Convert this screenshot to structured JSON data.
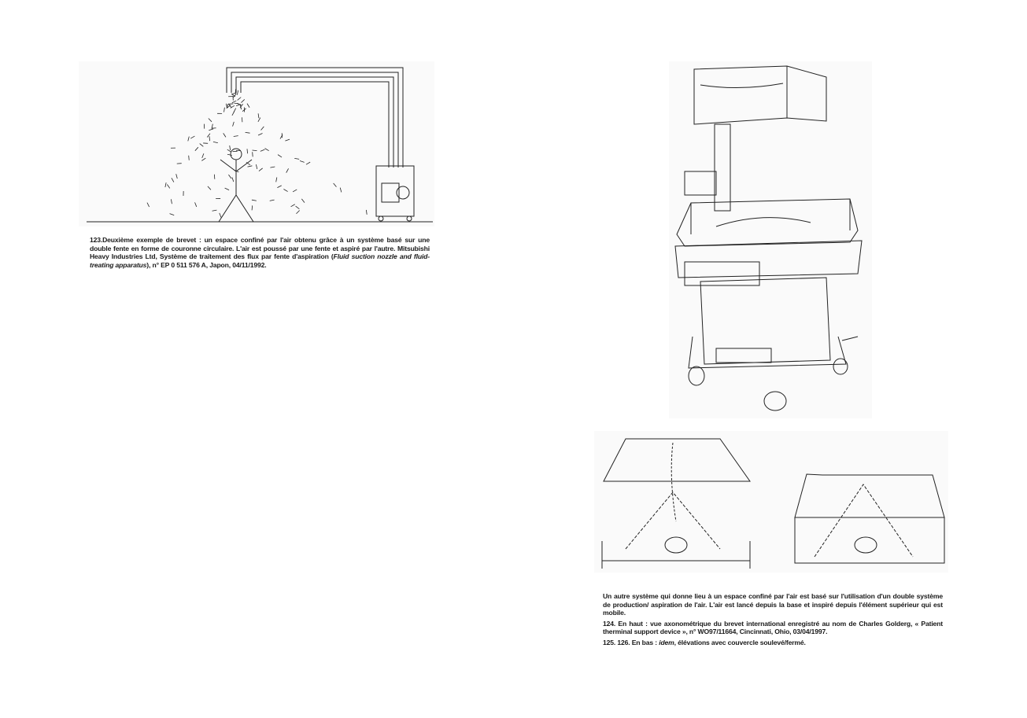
{
  "left_page": {
    "figure_123": {
      "caption_parts": {
        "lead": "123.Deuxième exemple de brevet : un espace confiné par l'air obtenu grâce à un système basé sur une double fente en forme de couronne circulaire. L'air est poussé par une fente et aspiré par l'autre. Mitsubishi Heavy Industries Ltd, Système de traitement des flux par fente d'aspiration (",
        "italic": "Fluid suction nozzle and fluid-treating apparatus",
        "tail": "), n° EP 0 511 576 A, Japon, 04/11/1992."
      }
    }
  },
  "right_page": {
    "intro": "Un autre système qui donne lieu à un espace confiné par l'air est basé sur l'utilisation d'un double système de production/ aspiration de l'air. L'air est lancé depuis la base et inspiré depuis l'élément supérieur qui est mobile.",
    "figure_124_caption": "124. En haut : vue axonométrique du brevet international enregistré au nom de Charles Golderg, « Patient therminal support device », n° WO97/11664, Cincinnati, Ohio, 03/04/1997.",
    "figure_125_126_caption": {
      "lead": "125. 126. En bas : ",
      "italic": "idem",
      "tail": ", élévations avec couvercle soulevé/fermé."
    }
  }
}
